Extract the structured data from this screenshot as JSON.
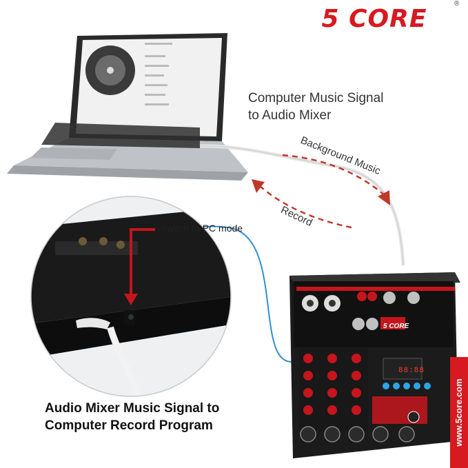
{
  "brand": {
    "logo_text": "5 CORE",
    "registered_mark": "®",
    "website": "www.5core.com",
    "accent_color": "#d71920"
  },
  "captions": {
    "top_line1": "Computer Music Signal",
    "top_line2": "to Audio Mixer",
    "bottom_line1": "Audio Mixer Music Signal to",
    "bottom_line2": "Computer Record Program"
  },
  "labels": {
    "switch": "Switch to PC mode",
    "background_music": "Background Music",
    "record": "Record"
  },
  "mixer": {
    "brand": "5 CORE",
    "display": "88:88"
  },
  "colors": {
    "arrow": "#c0392b",
    "cable_blue": "#2f8fd1",
    "mixer_body": "#1b1b1b",
    "mixer_red": "#c4161c"
  }
}
